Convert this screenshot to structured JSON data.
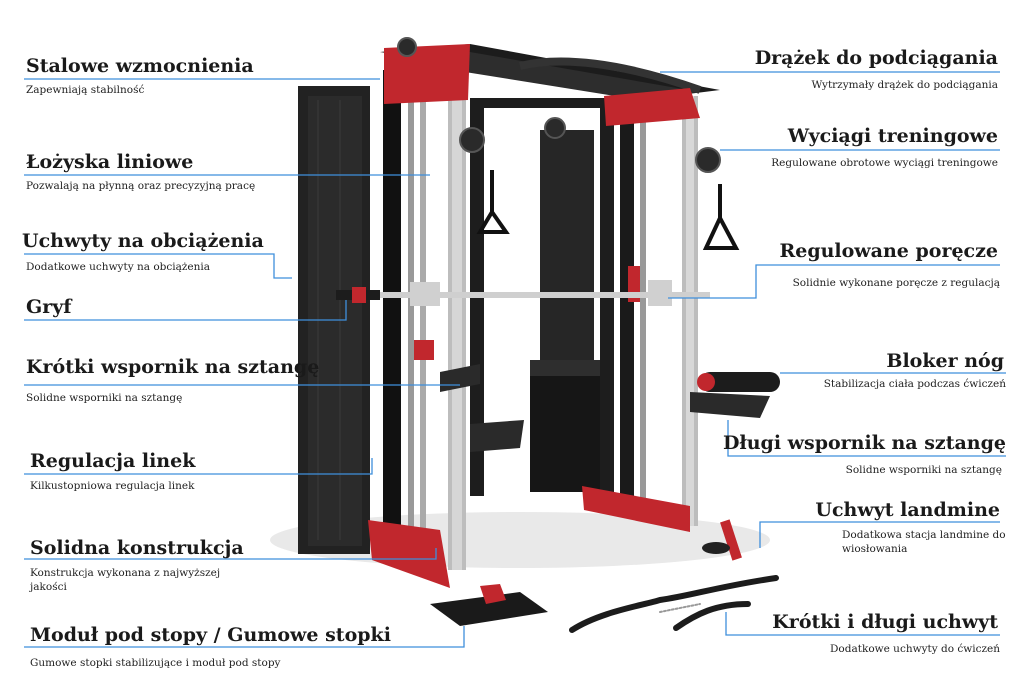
{
  "colors": {
    "leader": "#3f8fdc",
    "accent_red": "#c1272d",
    "frame_dark": "#1f1f1f",
    "frame_steel": "#b9b9b9"
  },
  "labels_left": [
    {
      "title": "Stalowe wzmocnienia",
      "desc": "Zapewniają stabilność"
    },
    {
      "title": "Łożyska liniowe",
      "desc": "Pozwalają na płynną oraz precyzyjną pracę"
    },
    {
      "title": "Uchwyty na obciążenia",
      "desc": "Dodatkowe uchwyty na obciążenia"
    },
    {
      "title": "Gryf",
      "desc": ""
    },
    {
      "title": "Krótki wspornik na sztangę",
      "desc": "Solidne wsporniki na sztangę"
    },
    {
      "title": "Regulacja linek",
      "desc": "Kilkustopniowa regulacja linek"
    },
    {
      "title": "Solidna konstrukcja",
      "desc": "Konstrukcja wykonana z najwyższej jakości"
    },
    {
      "title": "Moduł pod stopy / Gumowe stopki",
      "desc": "Gumowe stopki stabilizujące i moduł pod stopy"
    }
  ],
  "labels_right": [
    {
      "title": "Drążek do podciągania",
      "desc": "Wytrzymały drążek do podciągania"
    },
    {
      "title": "Wyciągi treningowe",
      "desc": "Regulowane obrotowe wyciągi treningowe"
    },
    {
      "title": "Regulowane poręcze",
      "desc": "Solidnie wykonane poręcze z regulacją"
    },
    {
      "title": "Bloker nóg",
      "desc": "Stabilizacja ciała podczas ćwiczeń"
    },
    {
      "title": "Długi wspornik na sztangę",
      "desc": "Solidne wsporniki na sztangę"
    },
    {
      "title": "Uchwyt landmine",
      "desc": "Dodatkowa stacja landmine do wiosłowania"
    },
    {
      "title": "Krótki i długi uchwyt",
      "desc": "Dodatkowe uchwyty do ćwiczeń"
    }
  ]
}
